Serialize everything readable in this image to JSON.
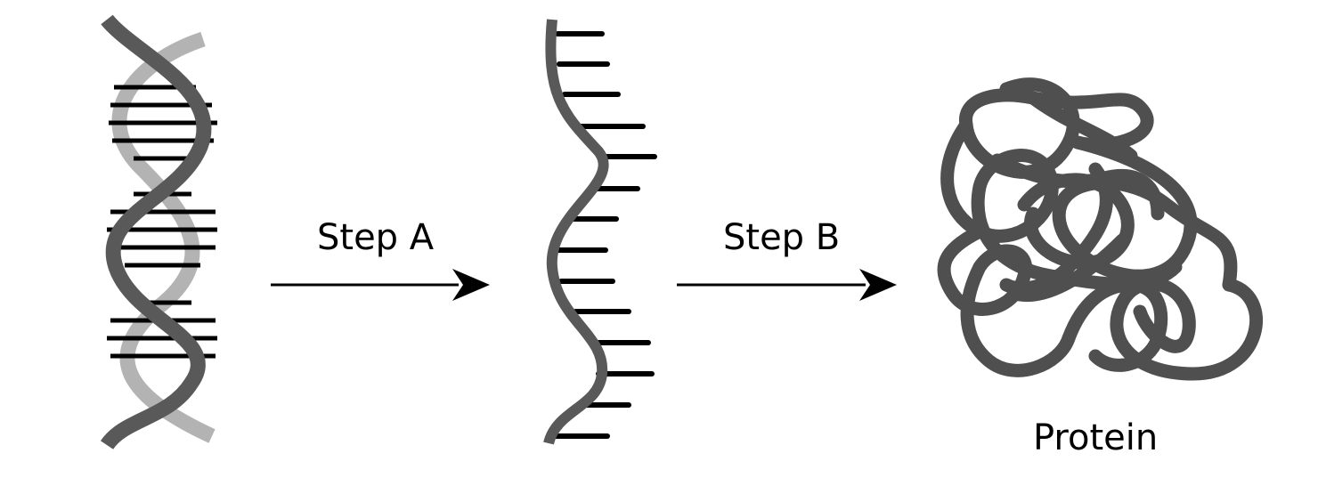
{
  "stages": {
    "dna": {
      "name": "DNA double helix"
    },
    "rna": {
      "name": "single strand"
    },
    "protein": {
      "label": "Protein"
    }
  },
  "steps": {
    "a": {
      "label": "Step A"
    },
    "b": {
      "label": "Step B"
    }
  },
  "colors": {
    "strand_dark": "#595959",
    "strand_light": "#b3b3b3",
    "rung": "#000000",
    "arrow": "#000000",
    "text": "#000000",
    "background": "#ffffff"
  }
}
